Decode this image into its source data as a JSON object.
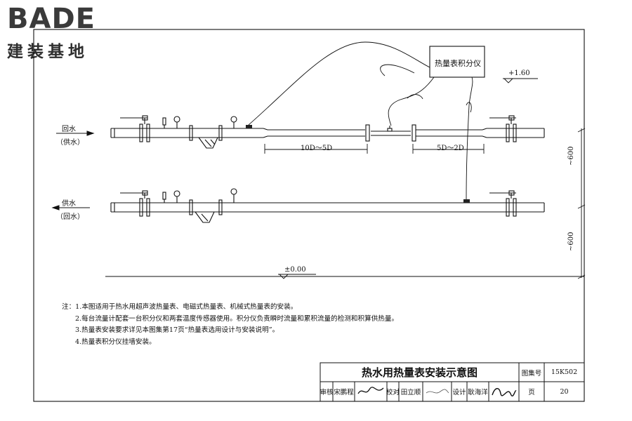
{
  "logo": {
    "word": "BADE",
    "sub": "建装基地"
  },
  "diagram": {
    "integrator_label": "热量表积分仪",
    "level_top": "+1.60",
    "level_zero": "±0.00",
    "upper_pipe": {
      "flow_main": "回水",
      "flow_alt": "（供水）"
    },
    "lower_pipe": {
      "flow_main": "供水",
      "flow_alt": "（回水）"
    },
    "dim_upstream": "10D～5D",
    "dim_downstream": "5D～2D",
    "dim_vertical_upper": "~600",
    "dim_vertical_lower": "~600"
  },
  "notes": [
    "注：1.本图适用于热水用超声波热量表、电磁式热量表、机械式热量表的安装。",
    "2.每台流量计配套一台积分仪和两套温度传感器使用。积分仪负责瞬时流量和累积流量的检测和积算供热量。",
    "3.热量表安装要求详见本图集第17页“热量表选用设计与安装说明”。",
    "4.热量表积分仪挂墙安装。"
  ],
  "title_block": {
    "title": "热水用热量表安装示意图",
    "atlas_label": "图集号",
    "atlas_no": "15K502",
    "page_label": "页",
    "page_no": "20",
    "review_label": "审核",
    "review_name": "宋鹏程",
    "proof_label": "校对",
    "proof_name": "田立顺",
    "design_label": "设计",
    "design_name": "耿海洋"
  },
  "colors": {
    "ink": "#111111",
    "logo_gray": "#3a3a3a",
    "meter_dark": "#222222"
  }
}
